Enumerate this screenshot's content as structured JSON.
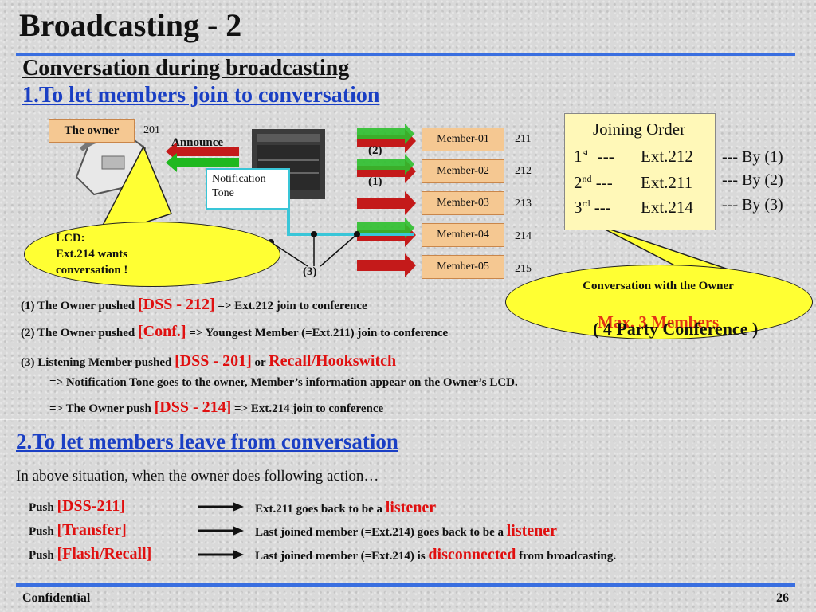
{
  "slide": {
    "title": "Broadcasting - 2",
    "subtitle": "Conversation during broadcasting",
    "section1": "1.To let members join to conversation",
    "section2": "2.To let members leave from conversation",
    "footer_left": "Confidential",
    "page_number": "26"
  },
  "diagram": {
    "owner_label": "The owner",
    "owner_ext": "201",
    "announce": "Announce",
    "notification_tone": "Notification Tone",
    "step2": "(2)",
    "step1": "(1)",
    "step3": "(3)",
    "members": [
      {
        "name": "Member-01",
        "ext": "211"
      },
      {
        "name": "Member-02",
        "ext": "212"
      },
      {
        "name": "Member-03",
        "ext": "213"
      },
      {
        "name": "Member-04",
        "ext": "214"
      },
      {
        "name": "Member-05",
        "ext": "215"
      }
    ],
    "lcd_bubble": [
      "LCD:",
      "Ext.214 wants",
      "conversation !"
    ],
    "conversation_bubble": "Conversation with the Owner",
    "party_conference": "( 4 Party Conference )",
    "behind_text": "Max. 3 Members",
    "joining_order": {
      "title": "Joining Order",
      "rows": [
        {
          "ord": "1",
          "sup": "st",
          "dash": "---",
          "ext": "Ext.212",
          "by": "--- By (1)"
        },
        {
          "ord": "2",
          "sup": "nd",
          "dash": "---",
          "ext": "Ext.211",
          "by": "--- By (2)"
        },
        {
          "ord": "3",
          "sup": "rd",
          "dash": "---",
          "ext": "Ext.214",
          "by": "--- By (3)"
        }
      ]
    }
  },
  "steps": {
    "s1_pre": "(1) The Owner pushed ",
    "s1_key": "[DSS - 212]",
    "s1_post": " => Ext.212 join to conference",
    "s2_pre": "(2) The Owner pushed ",
    "s2_key": "[Conf.]",
    "s2_post": " => Youngest Member (=Ext.211) join to conference",
    "s3_pre": "(3) Listening Member pushed ",
    "s3_key": "[DSS - 201]",
    "s3_or": " or ",
    "s3_key2": "Recall/Hookswitch",
    "s3_line2": "=> Notification Tone goes to the owner, Member’s information  appear on the Owner’s LCD.",
    "s3_line3_pre": "=> The Owner push ",
    "s3_line3_key": "[DSS - 214]",
    "s3_line3_post": " => Ext.214 join to conference"
  },
  "leave": {
    "intro": "In above situation, when the owner does following action…",
    "rows": [
      {
        "push": "Push ",
        "key": "[DSS-211]",
        "result": "Ext.211 goes back to be a ",
        "result_red": "listener",
        "result_post": ""
      },
      {
        "push": "Push ",
        "key": "[Transfer]",
        "result": "Last joined member (=Ext.214) goes back to be a ",
        "result_red": "listener",
        "result_post": ""
      },
      {
        "push": "Push ",
        "key": "[Flash/Recall]",
        "result": "Last joined member (=Ext.214) is ",
        "result_red": "disconnected",
        "result_post": " from broadcasting."
      }
    ]
  },
  "colors": {
    "accent_blue": "#1a3fc4",
    "rule_blue": "#3a6fe0",
    "highlight_red": "#e01010",
    "bubble_yellow": "#ffff33",
    "member_box": "#f5c892"
  }
}
